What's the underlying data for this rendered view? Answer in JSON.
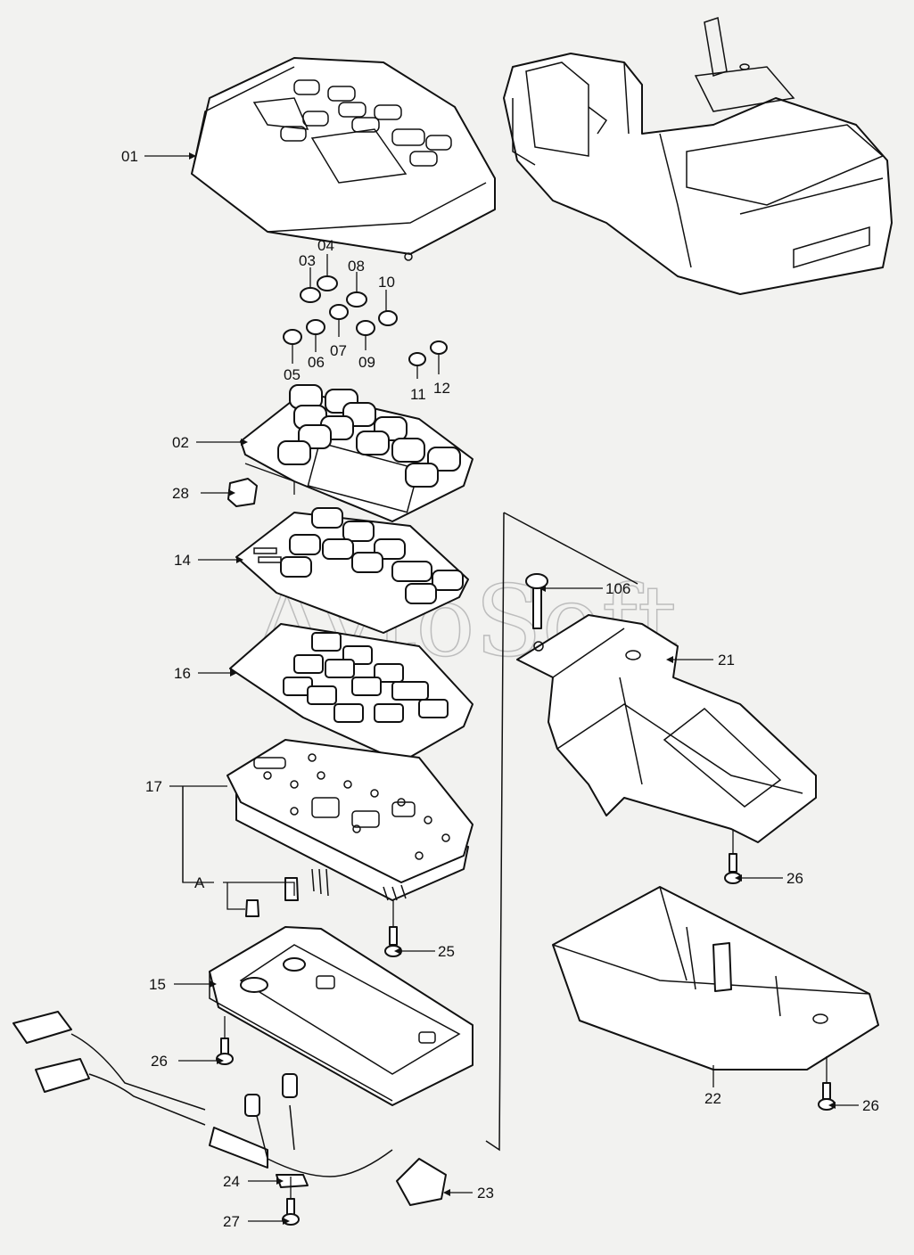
{
  "labels": {
    "p01": "01",
    "p02": "02",
    "p03": "03",
    "p04": "04",
    "p05": "05",
    "p06": "06",
    "p07": "07",
    "p08": "08",
    "p09": "09",
    "p10": "10",
    "p11": "11",
    "p12": "12",
    "p14": "14",
    "p15": "15",
    "p16": "16",
    "p17": "17",
    "p21": "21",
    "p22": "22",
    "p23": "23",
    "p24": "24",
    "p25": "25",
    "p26a": "26",
    "p26b": "26",
    "p26c": "26",
    "p27": "27",
    "p28": "28",
    "p106": "106",
    "pA": "A"
  },
  "watermark": "AvtoSoft"
}
